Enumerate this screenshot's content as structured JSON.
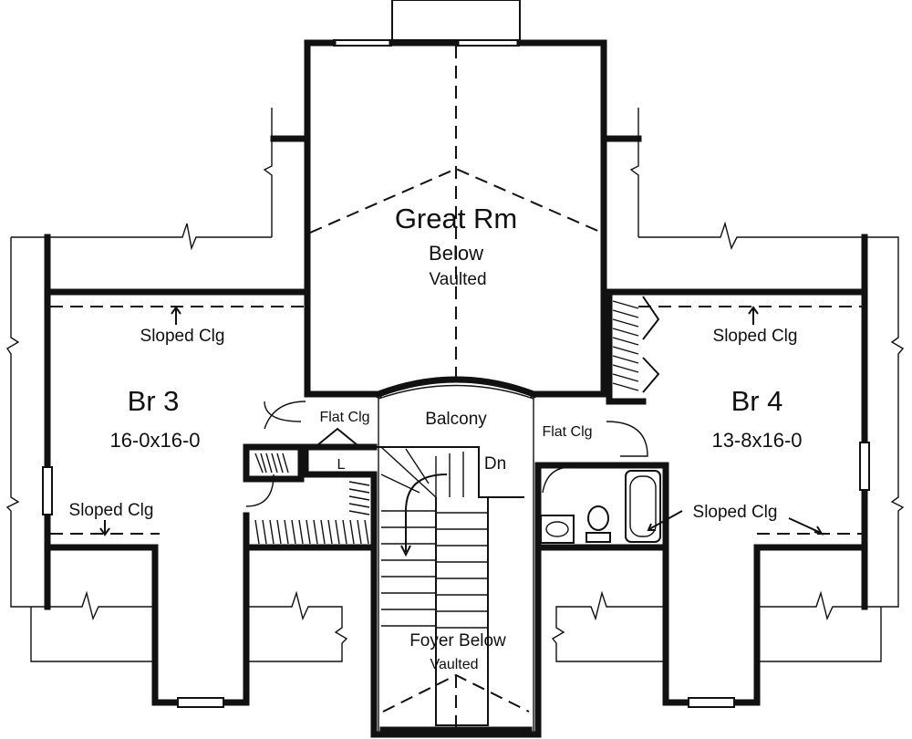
{
  "rooms": {
    "great_room": {
      "name": "Great Rm",
      "line2": "Below",
      "line3": "Vaulted"
    },
    "br3": {
      "name": "Br 3",
      "size": "16-0x16-0"
    },
    "br4": {
      "name": "Br 4",
      "size": "13-8x16-0"
    },
    "balcony": {
      "name": "Balcony"
    },
    "foyer": {
      "name": "Foyer Below",
      "line2": "Vaulted"
    }
  },
  "notes": {
    "sloped_clg": "Sloped Clg",
    "flat_clg": "Flat Clg",
    "stair_dn": "Dn",
    "linen": "L"
  }
}
